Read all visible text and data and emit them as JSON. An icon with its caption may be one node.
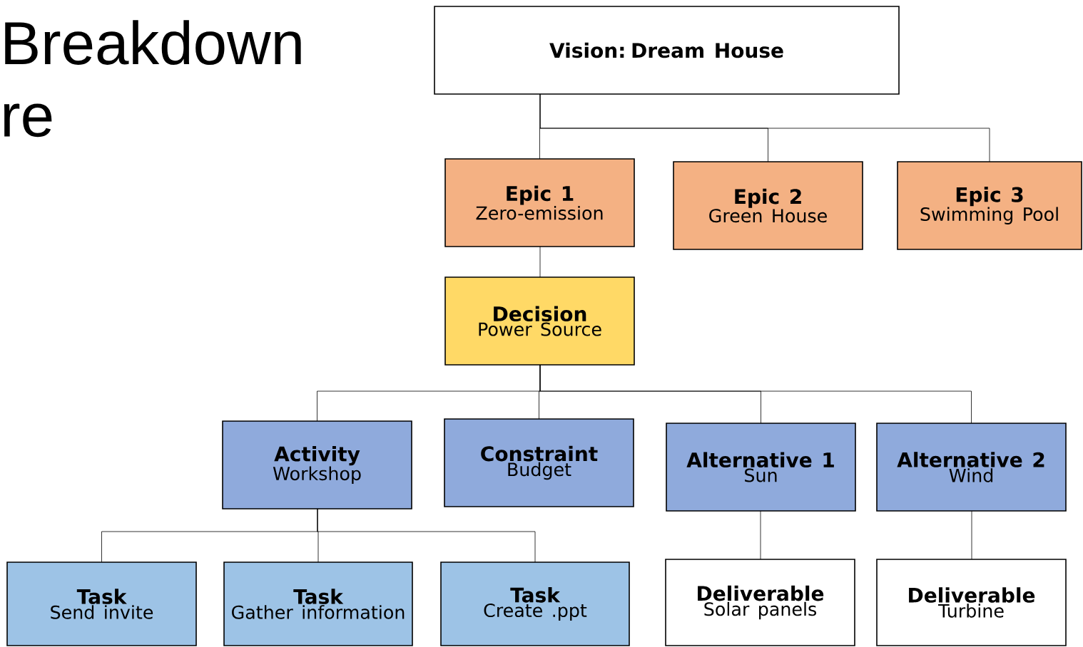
{
  "diagram": {
    "title": "Breakdown re",
    "nodes": [
      {
        "text": [
          "Vision: Dream House"
        ]
      },
      {
        "text": [
          "Epic 1",
          "Zero-emission"
        ]
      },
      {
        "text": [
          "Epic 2",
          "Green House"
        ]
      },
      {
        "text": [
          "Epic 3",
          "Swimming Pool"
        ]
      },
      {
        "text": [
          "Decision",
          "Power Source"
        ]
      },
      {
        "text": [
          "Activity",
          "Workshop"
        ]
      },
      {
        "text": [
          "Constraint",
          "Budget"
        ]
      },
      {
        "text": [
          "Alternative 1",
          "Sun"
        ]
      },
      {
        "text": [
          "Alternative 2",
          "Wind"
        ]
      },
      {
        "text": [
          "Task",
          "Send invite"
        ]
      },
      {
        "text": [
          "Task",
          "Gather information"
        ]
      },
      {
        "text": [
          "Task",
          "Create .ppt"
        ]
      },
      {
        "text": [
          "Deliverable",
          "Solar panels"
        ]
      },
      {
        "text": [
          "Deliverable",
          "Turbine"
        ]
      }
    ],
    "edges": [
      {
        "from": 0,
        "to": 1,
        "arrow": "none"
      },
      {
        "from": 0,
        "to": 2,
        "arrow": "none"
      },
      {
        "from": 0,
        "to": 3,
        "arrow": "none"
      },
      {
        "from": 1,
        "to": 4,
        "arrow": "none"
      },
      {
        "from": 4,
        "to": 5,
        "arrow": "none"
      },
      {
        "from": 4,
        "to": 6,
        "arrow": "none"
      },
      {
        "from": 4,
        "to": 7,
        "arrow": "none"
      },
      {
        "from": 4,
        "to": 8,
        "arrow": "none"
      },
      {
        "from": 5,
        "to": 9,
        "arrow": "none"
      },
      {
        "from": 5,
        "to": 10,
        "arrow": "none"
      },
      {
        "from": 5,
        "to": 11,
        "arrow": "none"
      },
      {
        "from": 7,
        "to": 12,
        "arrow": "none"
      },
      {
        "from": 8,
        "to": 13,
        "arrow": "none"
      }
    ]
  }
}
